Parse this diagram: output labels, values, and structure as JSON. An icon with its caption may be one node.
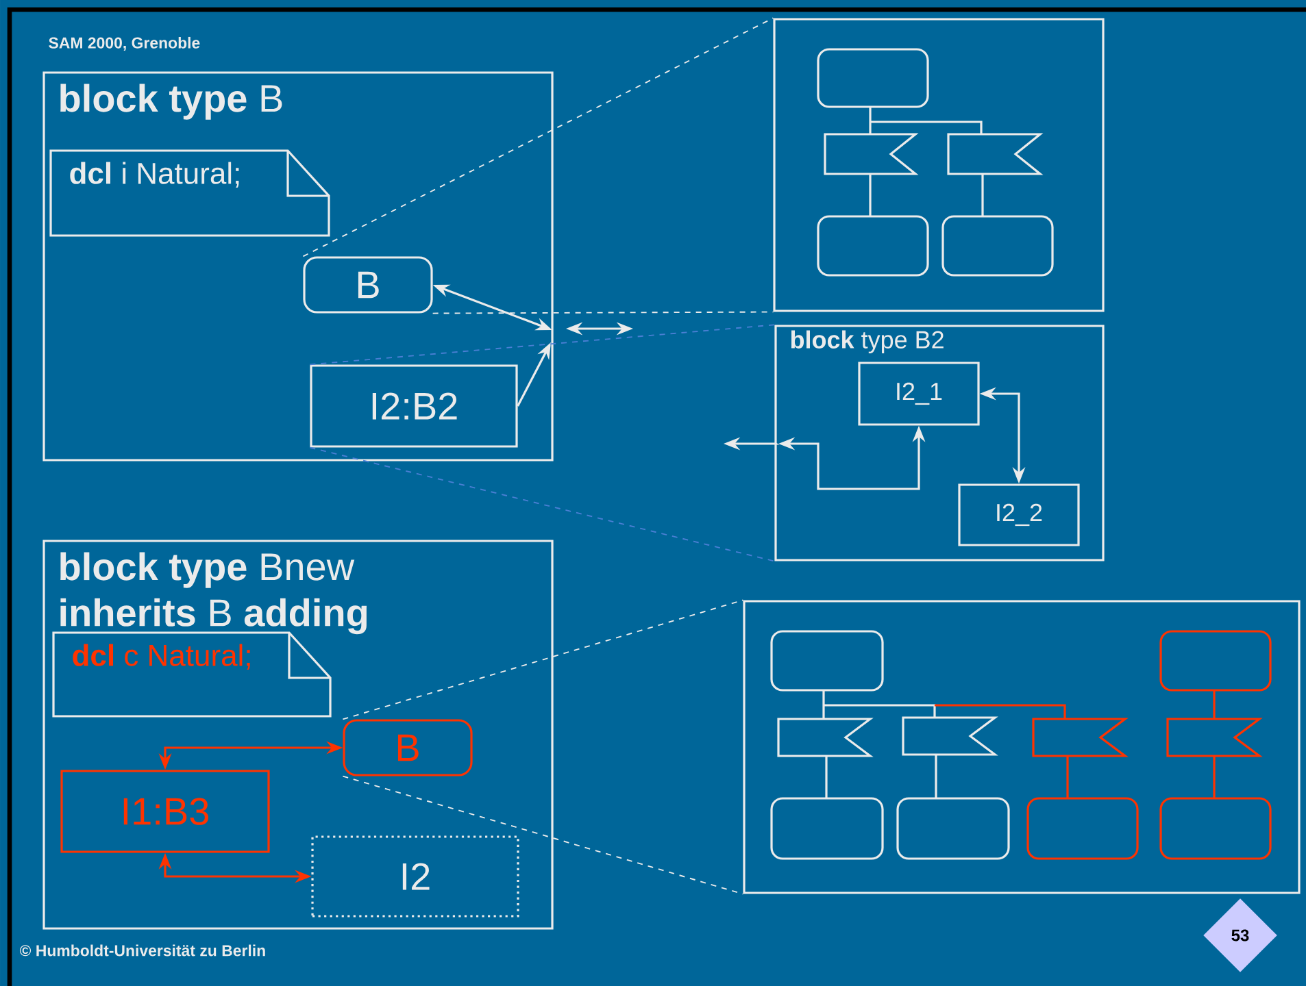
{
  "diagram": {
    "nodes": [
      {
        "text": [
          "**block type** B"
        ]
      },
      {
        "text": [
          "**dcl** i Natural;"
        ],
        "in": 0
      },
      {
        "text": [
          "B"
        ],
        "in": 0
      },
      {
        "text": [
          "I2:B2"
        ],
        "in": 0
      },
      {
        "text": [],
        "shape": "box"
      },
      {
        "text": [
          "**block** type B2"
        ]
      },
      {
        "text": [
          "I2_1"
        ],
        "in": 5
      },
      {
        "text": [
          "I2_2"
        ],
        "in": 5
      },
      {
        "text": [
          "**block type** Bnew **inherits** B **adding**"
        ]
      },
      {
        "text": [
          "**dcl** c Natural;"
        ],
        "in": 8
      },
      {
        "text": [
          "B"
        ],
        "in": 8
      },
      {
        "text": [
          "I1:B3"
        ],
        "in": 8
      },
      {
        "text": [
          "I2"
        ],
        "in": 8
      },
      {
        "text": [],
        "shape": "box"
      },
      {
        "text": [
          "53"
        ]
      }
    ],
    "edges": [
      {
        "from": 2,
        "to": null,
        "arrow": "both"
      },
      {
        "from": 3,
        "to": null,
        "arrow": "to"
      },
      {
        "from": 6,
        "to": 7,
        "arrow": "both"
      },
      {
        "from": 6,
        "to": null,
        "arrow": "both"
      },
      {
        "from": 5,
        "to": null,
        "arrow": "to"
      },
      {
        "from": 11,
        "to": 10,
        "arrow": "both",
        "color": "#ff3300"
      },
      {
        "from": 11,
        "to": 12,
        "arrow": "both",
        "color": "#ff3300"
      },
      {
        "from": 2,
        "to": 4,
        "arrow": "none",
        "style": "dashed"
      },
      {
        "from": 2,
        "to": 4,
        "arrow": "none",
        "style": "dashed"
      },
      {
        "from": 3,
        "to": 5,
        "arrow": "none",
        "style": "dashed",
        "color": "#4a7fd4"
      },
      {
        "from": 3,
        "to": 5,
        "arrow": "none",
        "style": "dashed",
        "color": "#4a7fd4"
      },
      {
        "from": 10,
        "to": 13,
        "arrow": "none",
        "style": "dashed"
      },
      {
        "from": 10,
        "to": 13,
        "arrow": "none",
        "style": "dashed"
      }
    ],
    "labels": [
      "SAM 2000, Grenoble",
      "© Humboldt-Universität zu Berlin"
    ]
  }
}
